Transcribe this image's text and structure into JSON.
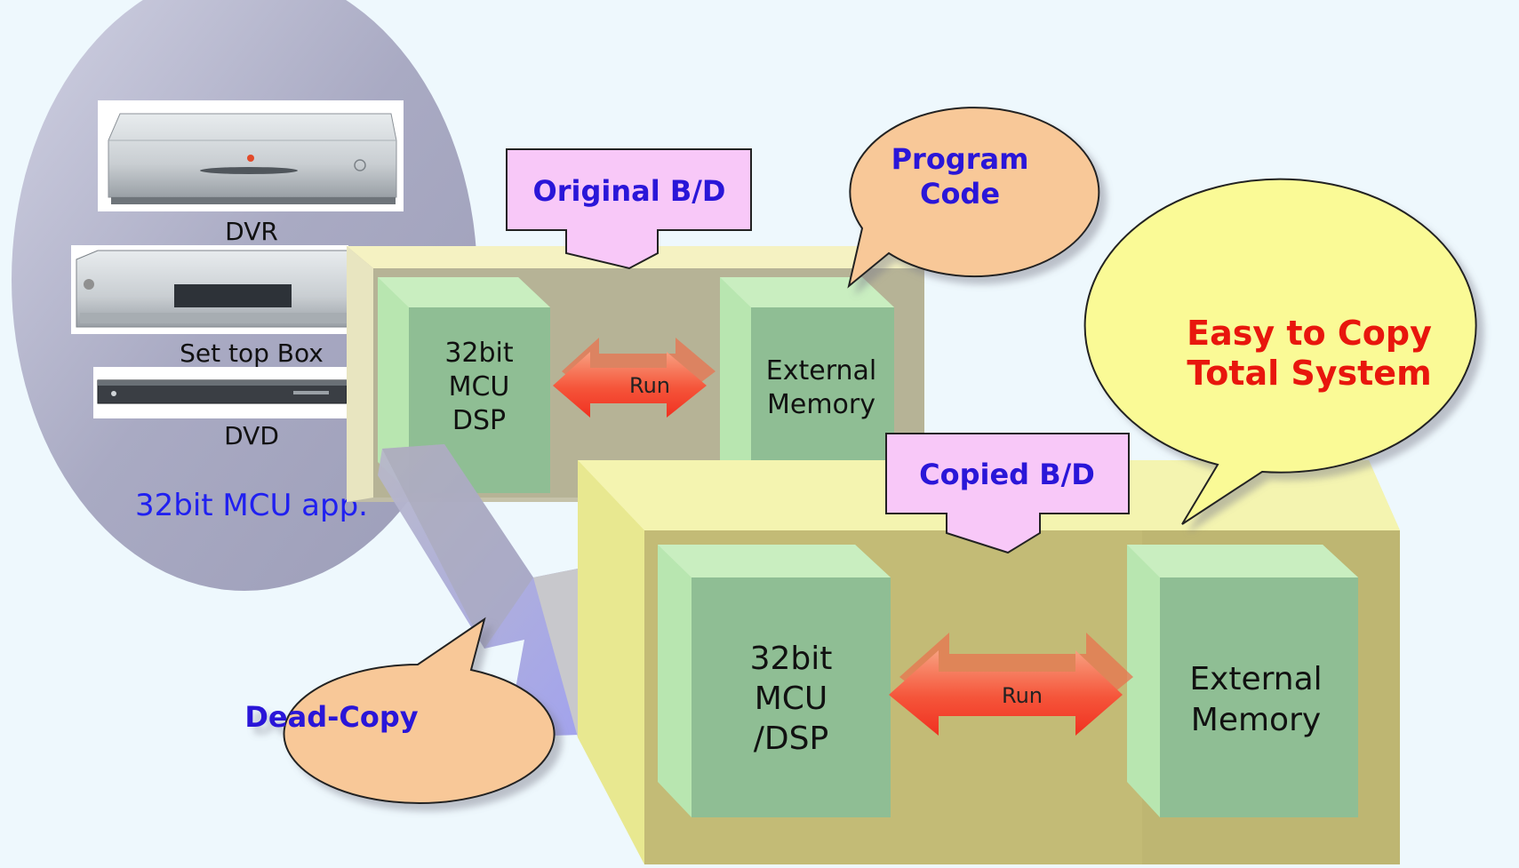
{
  "colors": {
    "background": "#eef8fd",
    "ellipse": "#a9aac3",
    "module_front": "#8fbe94",
    "module_side": "#b8e6b0",
    "original_board": "#bfbc9e",
    "copied_board": "#c9c27a",
    "callout_pink": "#f8c8f8",
    "orange_bubble": "#f8c898",
    "yellow_bubble": "#fafa96",
    "title_blue": "#2a16d8",
    "title_red": "#e8120a",
    "run_arrow": "#f5553a"
  },
  "devices": {
    "dvr_label": "DVR",
    "stb_label": "Set top Box",
    "dvd_label": "DVD",
    "caption": "32bit MCU app."
  },
  "original_board": {
    "callout": "Original B/D",
    "mcu": [
      "32bit",
      "MCU",
      "DSP"
    ],
    "run_label": "Run",
    "memory": [
      "External",
      "Memory"
    ]
  },
  "copied_board": {
    "callout": "Copied B/D",
    "mcu": [
      "32bit",
      "MCU",
      "/DSP"
    ],
    "run_label": "Run",
    "memory": [
      "External",
      "Memory"
    ]
  },
  "bubbles": {
    "program_code": [
      "Program",
      "Code"
    ],
    "easy_copy": [
      "Easy to Copy",
      "Total System"
    ],
    "dead_copy": "Dead-Copy"
  }
}
